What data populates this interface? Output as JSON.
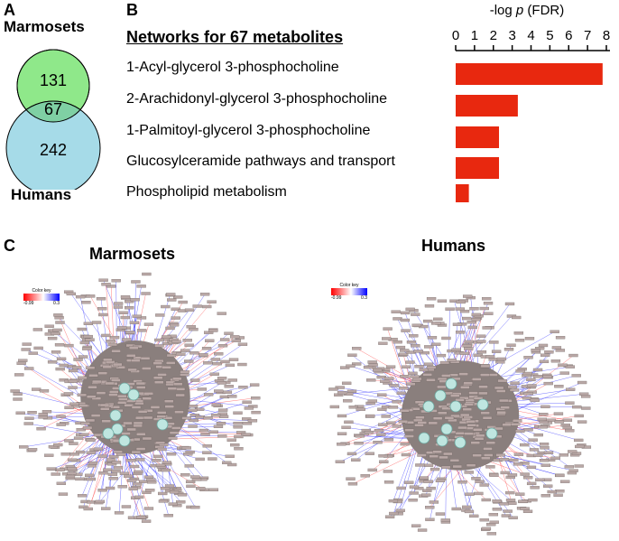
{
  "panel_a": {
    "label": "A",
    "top_label": "Marmosets",
    "bottom_label": "Humans",
    "only_marmosets": "131",
    "overlap": "67",
    "only_humans": "242",
    "colors": {
      "marmosets": "#8fe88a",
      "humans": "#a6dbe8",
      "overlap": "#7fd0a4"
    }
  },
  "panel_b": {
    "label": "B",
    "title": "Networks for 67 metabolites",
    "chart_data": {
      "type": "bar",
      "orientation": "horizontal",
      "title": "-log p (FDR)",
      "categories": [
        "1-Acyl-glycerol 3-phosphocholine",
        "2-Arachidonyl-glycerol 3-phosphocholine",
        "1-Palmitoyl-glycerol 3-phosphocholine",
        "Glucosylceramide pathways and transport",
        "Phospholipid metabolism"
      ],
      "values": [
        7.8,
        3.3,
        2.3,
        2.3,
        0.7
      ],
      "xlim": [
        0,
        8
      ],
      "ticks": [
        0,
        1,
        2,
        3,
        4,
        5,
        6,
        7,
        8
      ],
      "axis_position": "top",
      "bar_color": "#e8280f"
    }
  },
  "panel_c": {
    "label": "C",
    "left_title": "Marmosets",
    "right_title": "Humans",
    "color_key": {
      "label": "Color key",
      "min": "-0.99",
      "max": "0.3"
    }
  }
}
